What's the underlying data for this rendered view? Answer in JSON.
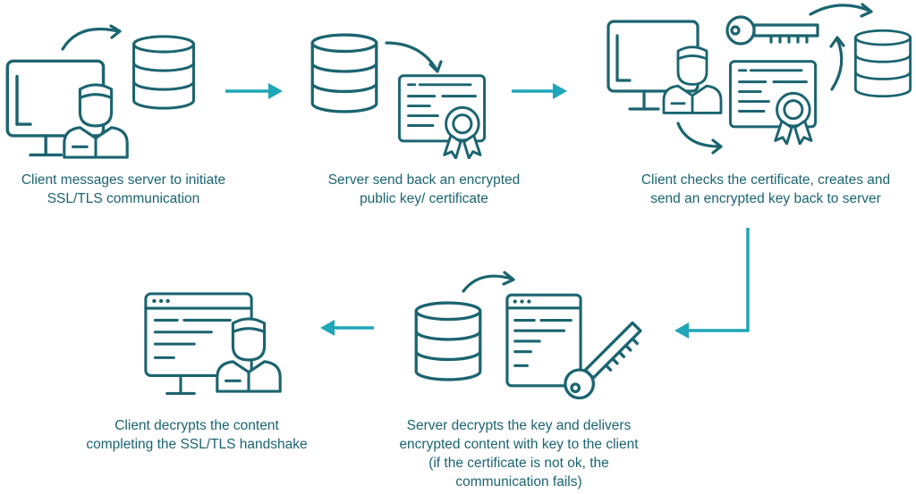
{
  "colors": {
    "icon": "#1b6470",
    "arrow": "#1fa6b8",
    "text": "#1b6470"
  },
  "steps": [
    {
      "icons": [
        "monitor-icon",
        "person-icon",
        "database-icon"
      ],
      "lines": [
        "Client messages server to initiate",
        "SSL/TLS communication"
      ]
    },
    {
      "icons": [
        "database-icon",
        "certificate-icon"
      ],
      "lines": [
        "Server send back an encrypted",
        "public key/ certificate"
      ]
    },
    {
      "icons": [
        "monitor-icon",
        "person-icon",
        "key-icon",
        "certificate-icon",
        "database-icon"
      ],
      "lines": [
        "Client checks the certificate, creates and",
        "send an encrypted key back to server"
      ]
    },
    {
      "icons": [
        "database-icon",
        "document-icon",
        "key-icon"
      ],
      "lines": [
        "Server decrypts the key and delivers",
        "encrypted content with key to the client",
        "(if the certificate is not ok, the",
        "communication fails)"
      ]
    },
    {
      "icons": [
        "browser-window-icon",
        "person-icon"
      ],
      "lines": [
        "Client decrypts the content",
        "completing the SSL/TLS handshake"
      ]
    }
  ]
}
